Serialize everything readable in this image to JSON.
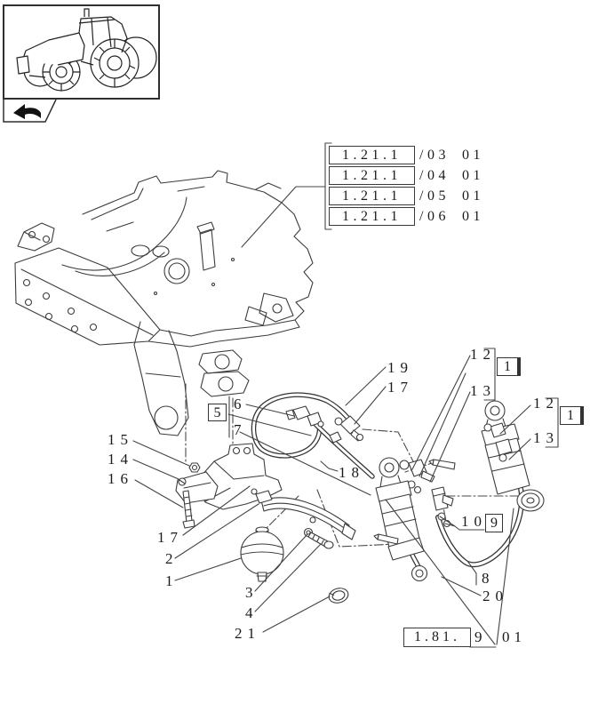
{
  "document": {
    "kind_label": "tractor parts exploded diagram page",
    "colors": {
      "background": "#ffffff",
      "line": "#333333",
      "label": "#1a1a1a"
    }
  },
  "icons": {
    "thumbnail": "tractor-line-art",
    "nav_tab": "back-arrow"
  },
  "ref_table": {
    "rows": [
      {
        "code": "1.21.1",
        "ref": "/03",
        "page": "01"
      },
      {
        "code": "1.21.1",
        "ref": "/04",
        "page": "01"
      },
      {
        "code": "1.21.1",
        "ref": "/05",
        "page": "01"
      },
      {
        "code": "1.21.1",
        "ref": "/06",
        "page": "01"
      }
    ]
  },
  "bottom_ref": {
    "code": "1.81.",
    "ref": "9",
    "page": "01"
  },
  "callouts": {
    "n19a": "19",
    "n17a": "17",
    "n12a": "12",
    "n1a": "1",
    "n13a": "13",
    "n12b": "12",
    "n1b": "1",
    "n13b": "13",
    "n15": "15",
    "n14": "14",
    "n16": "16",
    "n5": "5",
    "n6": "6",
    "n7": "7",
    "n18": "18",
    "n17b": "17",
    "n2": "2",
    "n1c": "1",
    "n3": "3",
    "n4": "4",
    "n21": "21",
    "n10": "10",
    "n9": "9",
    "n8": "8",
    "n20": "20"
  }
}
